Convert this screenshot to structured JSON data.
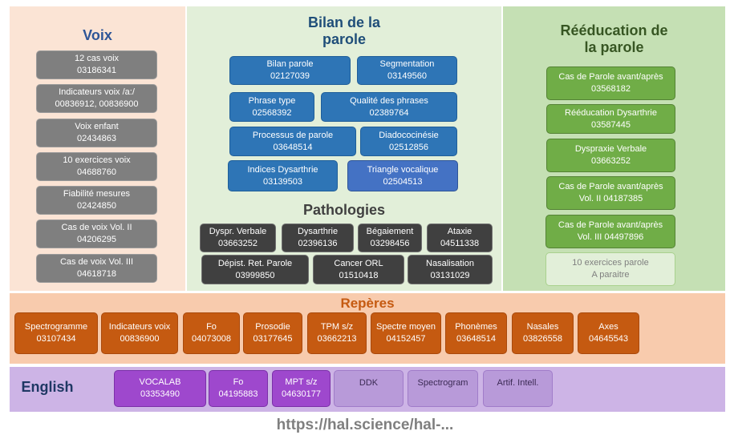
{
  "voix": {
    "title": "Voix",
    "items": [
      {
        "label": "12 cas voix",
        "code": "03186341"
      },
      {
        "label": "Indicateurs voix /a:/",
        "code": "00836912, 00836900"
      },
      {
        "label": "Voix enfant",
        "code": "02434863"
      },
      {
        "label": "10 exercices voix",
        "code": "04688760"
      },
      {
        "label": "Fiabilité mesures",
        "code": "02424850"
      },
      {
        "label": "Cas de voix Vol. II",
        "code": "04206295"
      },
      {
        "label": "Cas de voix Vol. III",
        "code": "04618718"
      }
    ]
  },
  "bilan": {
    "title_line1": "Bilan de la",
    "title_line2": "parole",
    "items": [
      {
        "label": "Bilan parole",
        "code": "02127039"
      },
      {
        "label": "Segmentation",
        "code": "03149560"
      },
      {
        "label": "Phrase type",
        "code": "02568392"
      },
      {
        "label": "Qualité des phrases",
        "code": "02389764"
      },
      {
        "label": "Processus de parole",
        "code": "03648514"
      },
      {
        "label": "Diadococinésie",
        "code": "02512856"
      },
      {
        "label": "Indices Dysarthrie",
        "code": "03139503"
      },
      {
        "label": "Triangle vocalique",
        "code": "02504513"
      }
    ]
  },
  "pathologies": {
    "title": "Pathologies",
    "items": [
      {
        "label": "Dyspr. Verbale",
        "code": "03663252"
      },
      {
        "label": "Dysarthrie",
        "code": "02396136"
      },
      {
        "label": "Bégaiement",
        "code": "03298456"
      },
      {
        "label": "Ataxie",
        "code": "04511338"
      },
      {
        "label": "Dépist. Ret. Parole",
        "code": "03999850"
      },
      {
        "label": "Cancer ORL",
        "code": "01510418"
      },
      {
        "label": "Nasalisation",
        "code": "03131029"
      }
    ]
  },
  "reeducation": {
    "title_line1": "Rééducation de",
    "title_line2": "la parole",
    "items": [
      {
        "label": "Cas de Parole avant/après",
        "code": "03568182"
      },
      {
        "label": "Rééducation Dysarthrie",
        "code": "03587445"
      },
      {
        "label": "Dyspraxie Verbale",
        "code": "03663252"
      },
      {
        "label": "Cas de Parole avant/après",
        "code": "Vol. II 04187385"
      },
      {
        "label": "Cas de Parole avant/après",
        "code": "Vol. III 04497896"
      },
      {
        "label": "10 exercices parole",
        "code": "A paraitre"
      }
    ]
  },
  "reperes": {
    "title": "Repères",
    "items": [
      {
        "label": "Spectrogramme",
        "code": "03107434"
      },
      {
        "label": "Indicateurs voix",
        "code": "00836900"
      },
      {
        "label": "Fo",
        "code": "04073008"
      },
      {
        "label": "Prosodie",
        "code": "03177645"
      },
      {
        "label": "TPM s/z",
        "code": "03662213"
      },
      {
        "label": "Spectre moyen",
        "code": "04152457"
      },
      {
        "label": "Phonèmes",
        "code": "03648514"
      },
      {
        "label": "Nasales",
        "code": "03826558"
      },
      {
        "label": "Axes",
        "code": "04645543"
      }
    ]
  },
  "english": {
    "title": "English",
    "items": [
      {
        "label": "VOCALAB",
        "code": "03353490"
      },
      {
        "label": "Fo",
        "code": "04195883"
      },
      {
        "label": "MPT s/z",
        "code": "04630177"
      },
      {
        "label": "DDK",
        "code": ""
      },
      {
        "label": "Spectrogram",
        "code": ""
      },
      {
        "label": "Artif. Intell.",
        "code": ""
      }
    ]
  },
  "footer": {
    "url": "https://hal.science/hal-..."
  },
  "colors": {
    "voix_title": "#2e5597",
    "bilan_title": "#1f4e79",
    "pathologies_title": "#404040",
    "reeducation_title": "#375623",
    "reperes_title": "#c55a11",
    "english_title": "#1f3864"
  }
}
